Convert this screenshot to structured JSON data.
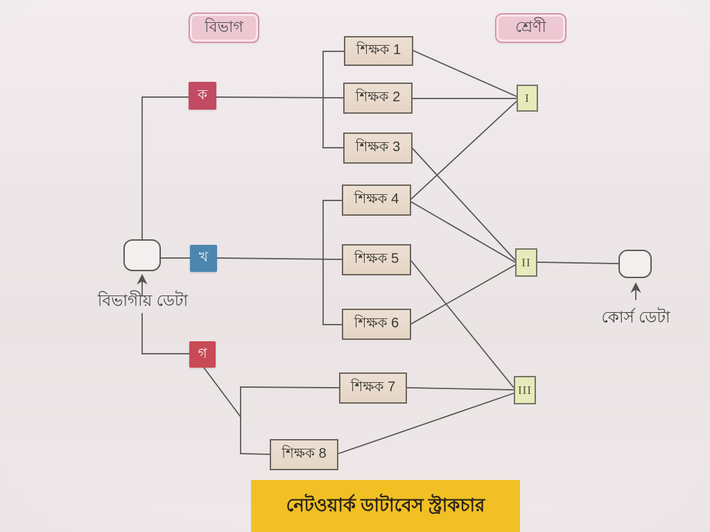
{
  "page": {
    "background": "#ece6e8"
  },
  "diagram": {
    "column_headers": {
      "left": "বিভাগ",
      "right": "শ্রেণী"
    },
    "source_node": {
      "label": "বিভাগীয় ডেটা"
    },
    "sink_node": {
      "label": "কোর্স ডেটা"
    },
    "departments": [
      {
        "label": "ক",
        "color": "#c24a62"
      },
      {
        "label": "খ",
        "color": "#4c86b0"
      },
      {
        "label": "গ",
        "color": "#c84a55"
      }
    ],
    "teachers": [
      {
        "label": "শিক্ষক 1"
      },
      {
        "label": "শিক্ষক 2"
      },
      {
        "label": "শিক্ষক 3"
      },
      {
        "label": "শিক্ষক 4"
      },
      {
        "label": "শিক্ষক 5"
      },
      {
        "label": "শিক্ষক 6"
      },
      {
        "label": "শিক্ষক 7"
      },
      {
        "label": "শিক্ষক 8"
      }
    ],
    "classes": [
      {
        "label": "I"
      },
      {
        "label": "II"
      },
      {
        "label": "III"
      }
    ],
    "teacher_box_color": "#e8dacb",
    "class_box_color": "#e7eaba",
    "header_box_color": "#edc7d1",
    "line_color": "#56534f",
    "connections": [
      [
        "বিভাগীয় ডেটা",
        "ক"
      ],
      [
        "বিভাগীয় ডেটা",
        "খ"
      ],
      [
        "বিভাগীয় ডেটা",
        "গ"
      ],
      [
        "ক",
        "শিক্ষক 1"
      ],
      [
        "ক",
        "শিক্ষক 2"
      ],
      [
        "ক",
        "শিক্ষক 3"
      ],
      [
        "খ",
        "শিক্ষক 4"
      ],
      [
        "খ",
        "শিক্ষক 5"
      ],
      [
        "খ",
        "শিক্ষক 6"
      ],
      [
        "গ",
        "শিক্ষক 7"
      ],
      [
        "গ",
        "শিক্ষক 8"
      ],
      [
        "শিক্ষক 1",
        "I"
      ],
      [
        "শিক্ষক 2",
        "I"
      ],
      [
        "শিক্ষক 4",
        "I"
      ],
      [
        "শিক্ষক 3",
        "II"
      ],
      [
        "শিক্ষক 4",
        "II"
      ],
      [
        "শিক্ষক 6",
        "II"
      ],
      [
        "শিক্ষক 5",
        "III"
      ],
      [
        "শিক্ষক 7",
        "III"
      ],
      [
        "শিক্ষক 8",
        "III"
      ],
      [
        "II",
        "কোর্স ডেটা"
      ]
    ]
  },
  "caption": {
    "label": "নেটওয়ার্ক ডাটাবেস স্ট্রাকচার",
    "background": "#f2c024"
  }
}
